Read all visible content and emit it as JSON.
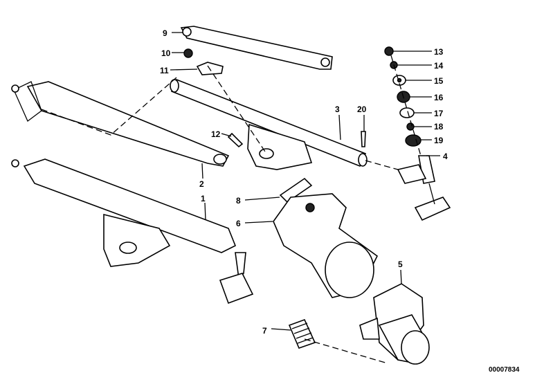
{
  "diagram": {
    "title": "Wiper linkage parts diagram",
    "labels": {
      "p1": "1",
      "p2": "2",
      "p3": "3",
      "p4": "4",
      "p5": "5",
      "p6": "6",
      "p7": "7",
      "p8": "8",
      "p9": "9",
      "p10": "10",
      "p11": "11",
      "p12": "12",
      "p13": "13",
      "p14": "14",
      "p15": "15",
      "p16": "16",
      "p17": "17",
      "p18": "18",
      "p19": "19",
      "p20": "20"
    },
    "image_code": "00007834"
  }
}
